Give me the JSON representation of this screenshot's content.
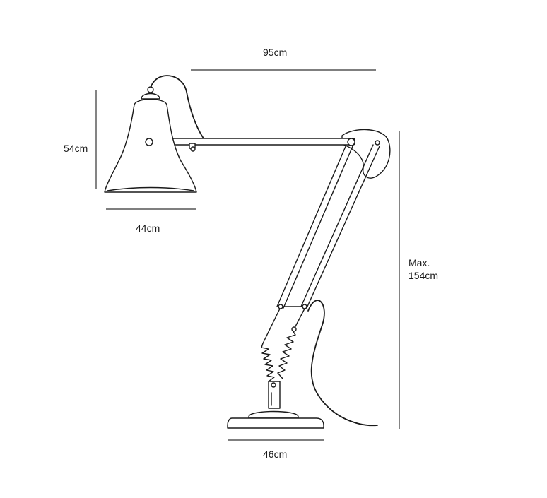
{
  "dimensions": {
    "arm_reach": "95cm",
    "shade_height": "54cm",
    "shade_width": "44cm",
    "max_height_line1": "Max.",
    "max_height_line2": "154cm",
    "base_width": "46cm"
  },
  "colors": {
    "ink": "#1a1a1a",
    "background": "#ffffff"
  }
}
